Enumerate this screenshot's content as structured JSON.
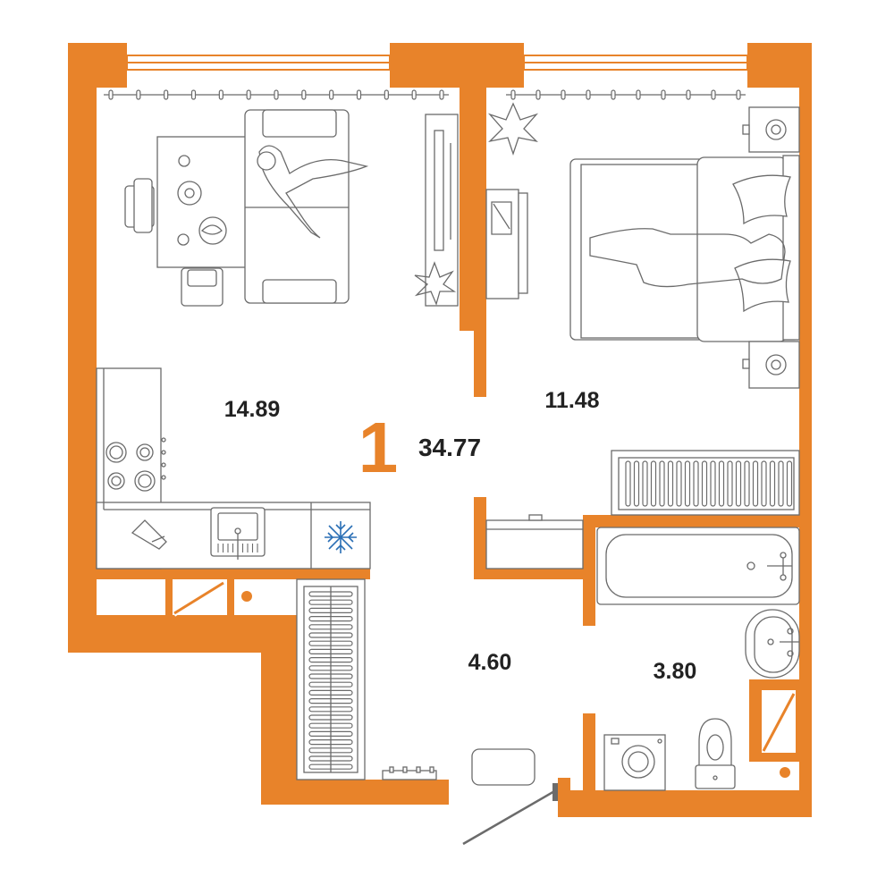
{
  "apartment": {
    "rooms_count": "1",
    "total_area": "34.77"
  },
  "rooms": [
    {
      "id": "living-kitchen",
      "area": "14.89"
    },
    {
      "id": "bedroom",
      "area": "11.48"
    },
    {
      "id": "hallway",
      "area": "4.60"
    },
    {
      "id": "bathroom",
      "area": "3.80"
    }
  ],
  "colors": {
    "wall": "#e8832a",
    "furniture_stroke": "#6b6b6b",
    "snowflake": "#2a6fb5",
    "text": "#222222"
  },
  "icons": [
    "snowflake-icon",
    "plant-icon",
    "burner-icon",
    "sink-icon",
    "toilet-icon",
    "washing-machine-icon",
    "bathtub-icon",
    "bed-icon",
    "sofa-icon",
    "tv-icon"
  ]
}
